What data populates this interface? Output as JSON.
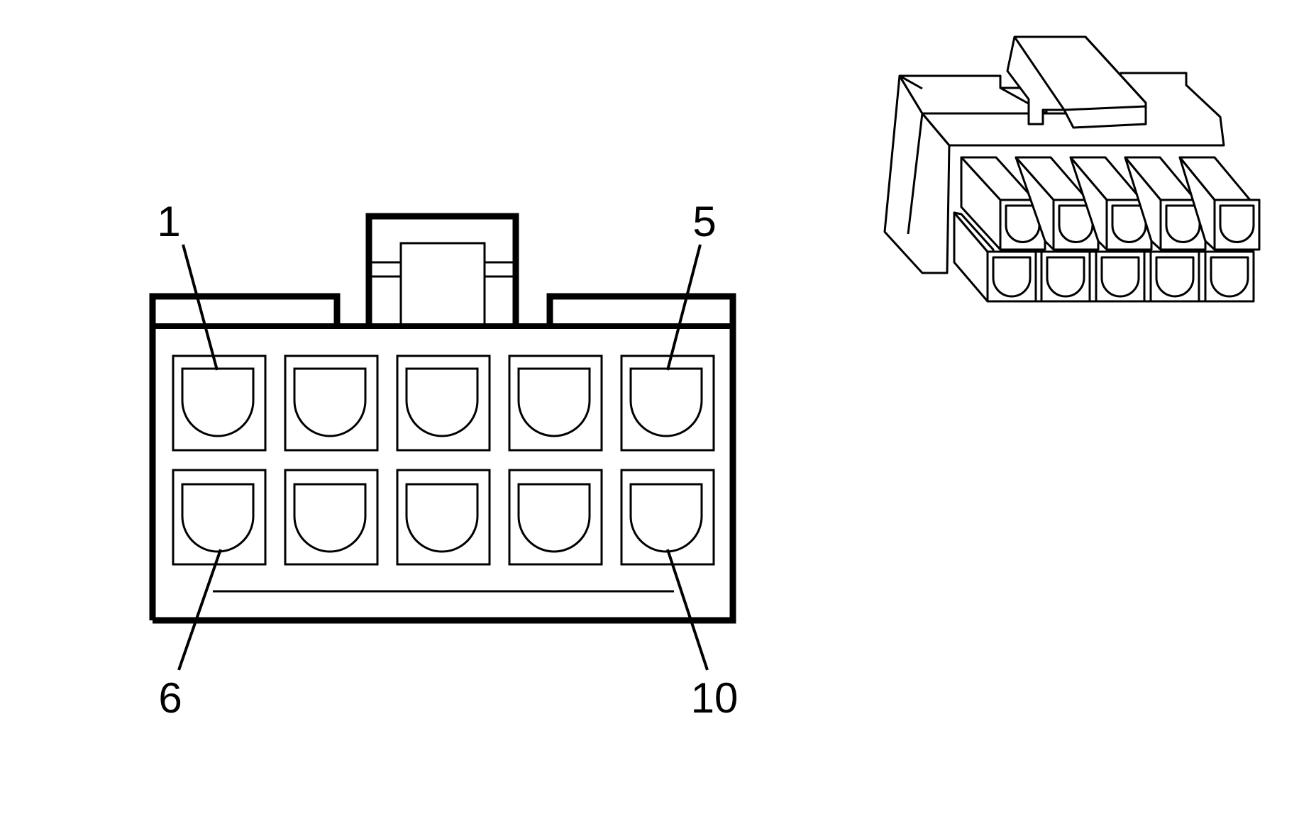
{
  "diagram": {
    "front_view": {
      "rows": 2,
      "columns": 5,
      "pin_labels": {
        "top_left": "1",
        "top_right": "5",
        "bottom_left": "6",
        "bottom_right": "10"
      }
    },
    "perspective_view": {
      "rows": 2,
      "columns": 5
    },
    "colors": {
      "line": "#000000",
      "background": "#ffffff"
    }
  }
}
